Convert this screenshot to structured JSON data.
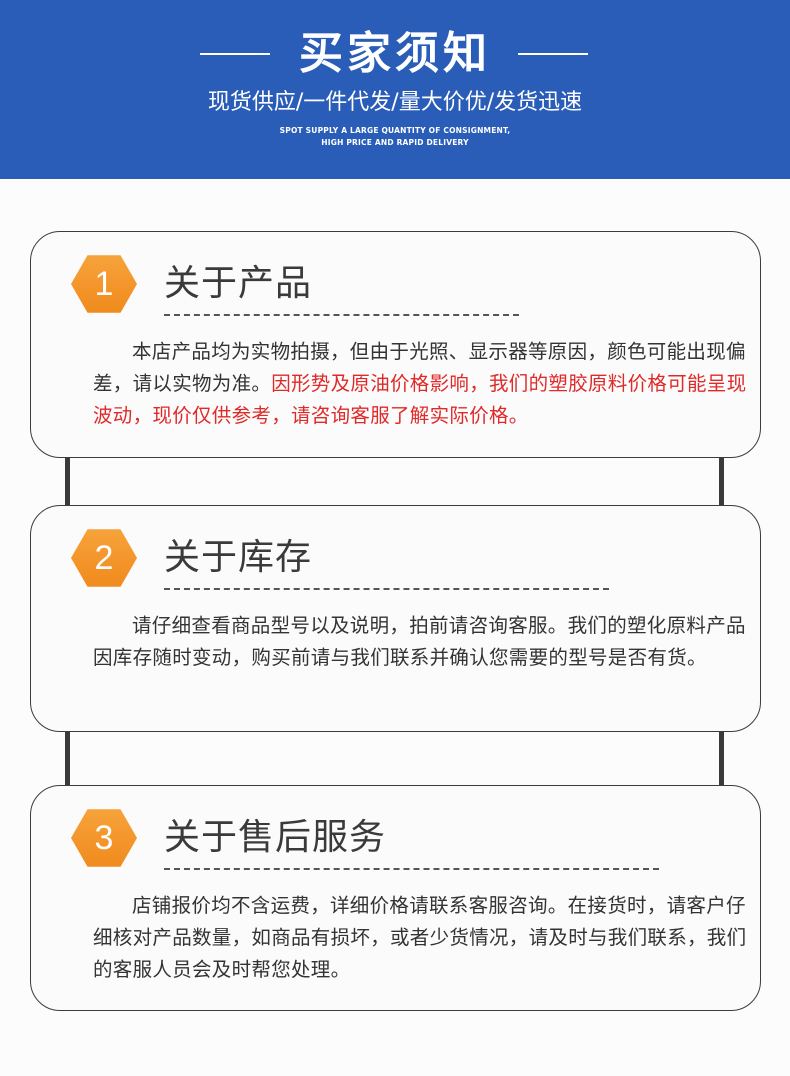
{
  "header": {
    "title": "买家须知",
    "subtitle": "现货供应/一件代发/量大价优/发货迅速",
    "english_line1": "SPOT SUPPLY A LARGE QUANTITY OF CONSIGNMENT,",
    "english_line2": "HIGH PRICE AND RAPID DELIVERY",
    "background_color": "#2a5db8"
  },
  "sections": [
    {
      "number": "1",
      "title": "关于产品",
      "body_normal": "本店产品均为实物拍摄，但由于光照、显示器等原因，颜色可能出现偏差，请以实物为准。",
      "body_highlight": "因形势及原油价格影响，我们的塑胶原料价格可能呈现波动，现价仅供参考，请咨询客服了解实际价格。",
      "highlight_color": "#e02a2a"
    },
    {
      "number": "2",
      "title": "关于库存",
      "body_normal": "请仔细查看商品型号以及说明，拍前请咨询客服。我们的塑化原料产品因库存随时变动，购买前请与我们联系并确认您需要的型号是否有货。",
      "body_highlight": ""
    },
    {
      "number": "3",
      "title": "关于售后服务",
      "body_normal": "店铺报价均不含运费，详细价格请联系客服咨询。在接货时，请客户仔细核对产品数量，如商品有损坏，或者少货情况，请及时与我们联系，我们的客服人员会及时帮您处理。",
      "body_highlight": ""
    }
  ],
  "icons": {
    "number_badge": "orange-hexagon",
    "connector": "vertical-link-bar"
  },
  "accent_color": "#f08a1c"
}
